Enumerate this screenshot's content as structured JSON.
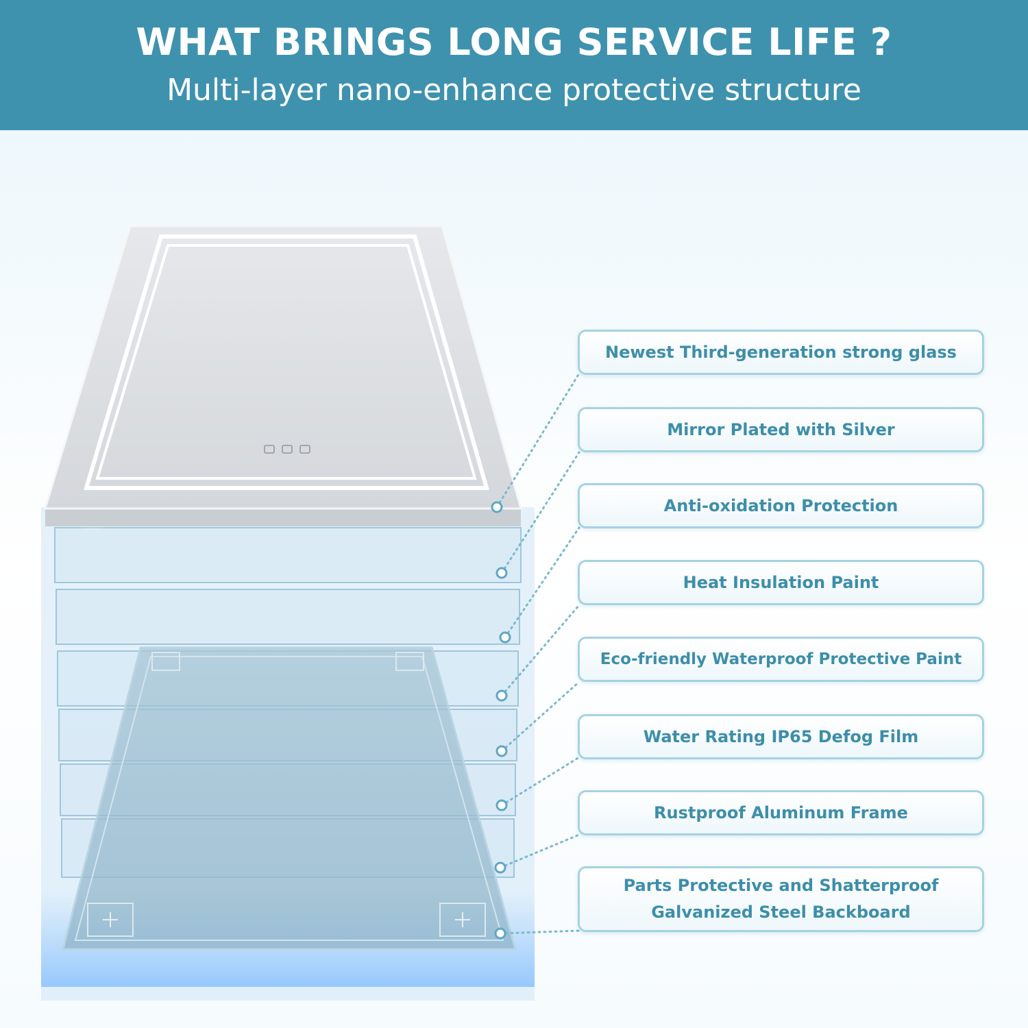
{
  "header": {
    "title": "WHAT BRINGS LONG SERVICE LIFE ?",
    "subtitle": "Multi-layer nano-enhance protective structure"
  },
  "colors": {
    "banner": "#3e92ae",
    "label_text": "#3d8ea9",
    "label_border": "#a5d2e3",
    "dotted_line": "#7ab8d0"
  },
  "layers": [
    {
      "lines": [
        "Newest Third-generation strong glass"
      ]
    },
    {
      "lines": [
        "Mirror Plated with Silver"
      ]
    },
    {
      "lines": [
        "Anti-oxidation Protection"
      ]
    },
    {
      "lines": [
        "Heat Insulation Paint"
      ]
    },
    {
      "lines": [
        "Eco-friendly Waterproof Protective Paint"
      ]
    },
    {
      "lines": [
        "Water Rating IP65 Defog Film"
      ]
    },
    {
      "lines": [
        "Rustproof Aluminum Frame"
      ]
    },
    {
      "lines": [
        "Parts Protective and Shatterproof",
        "Galvanized Steel Backboard"
      ]
    }
  ]
}
